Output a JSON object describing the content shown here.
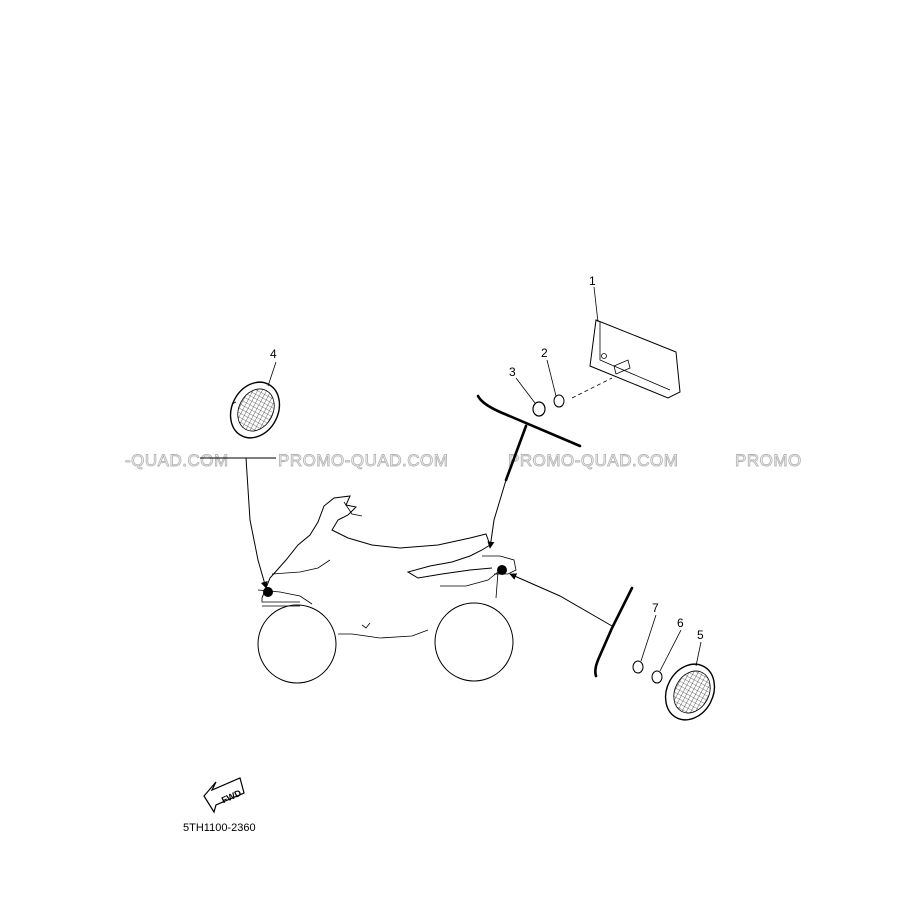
{
  "diagram": {
    "callouts": {
      "c1": "1",
      "c2": "2",
      "c3": "3",
      "c4": "4",
      "c5": "5",
      "c6": "6",
      "c7": "7"
    },
    "watermarks": {
      "w1": "-QUAD.COM",
      "w2": "PROMO-QUAD.COM",
      "w3": "PROMO-QUAD.COM",
      "w4": "PROMO"
    },
    "fwd_label": "FWD",
    "diagram_code": "5TH1100-2360"
  }
}
